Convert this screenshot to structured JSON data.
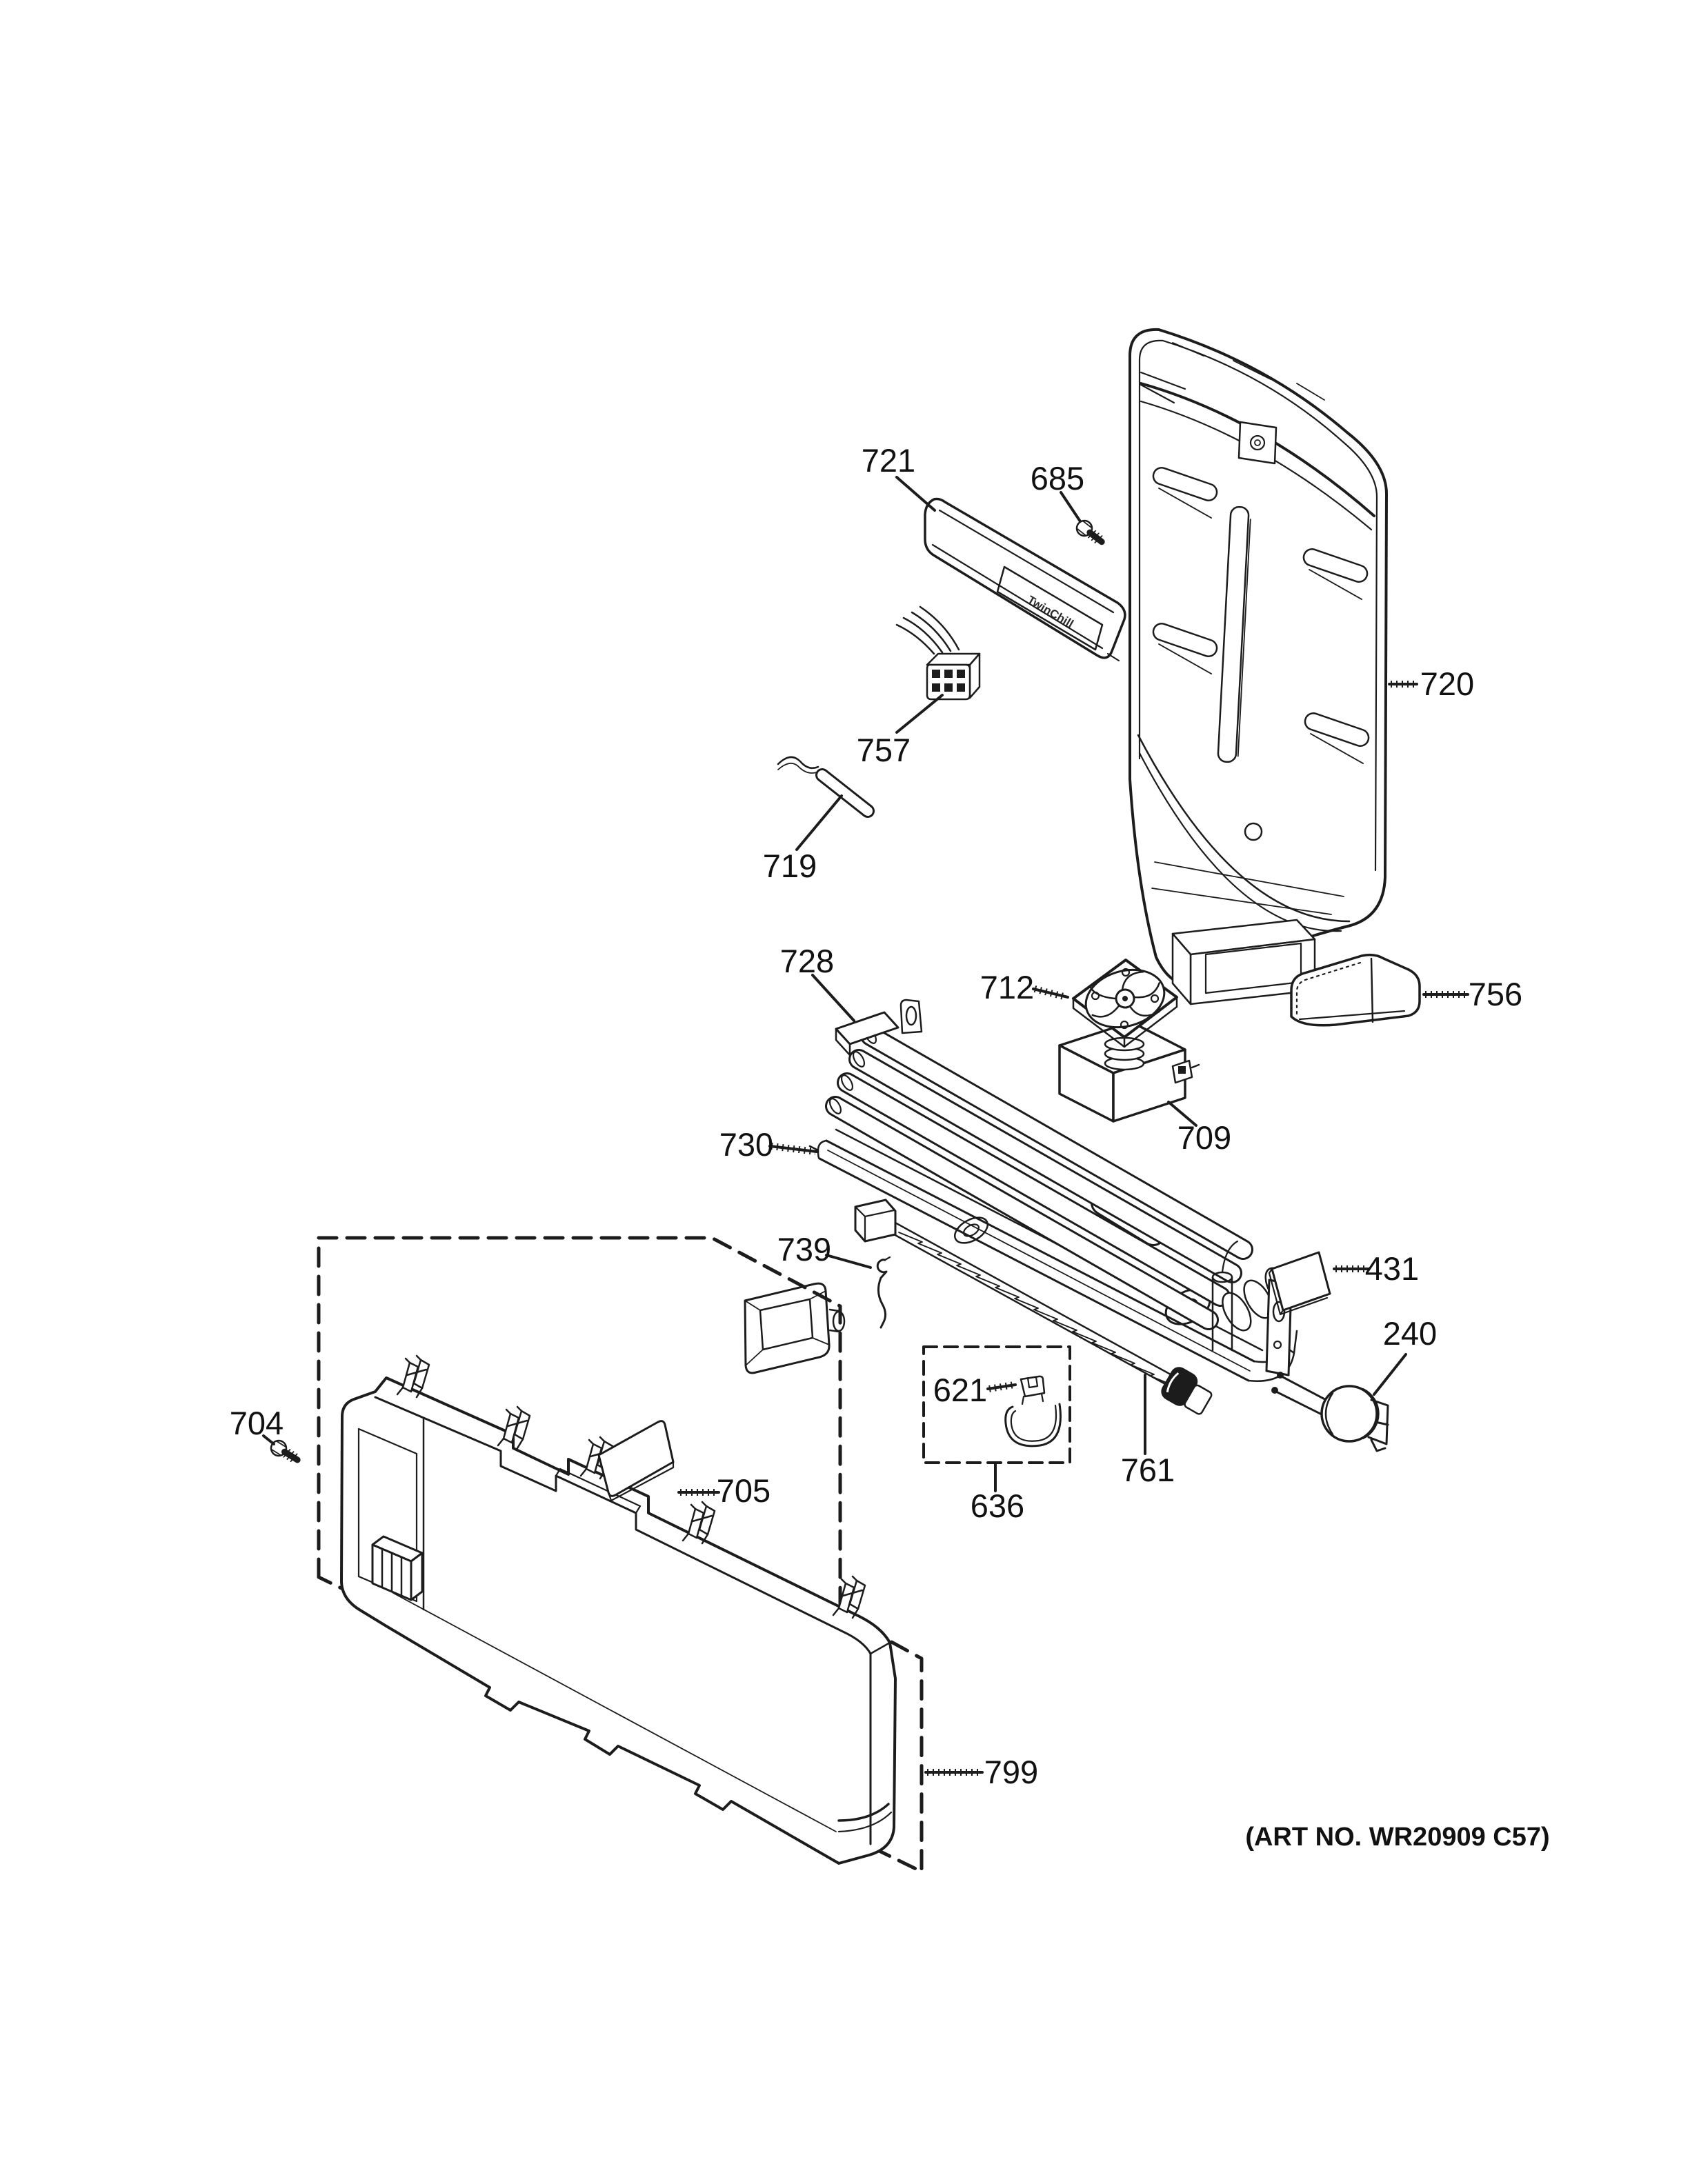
{
  "page": {
    "background": "#ffffff",
    "line_color": "#1c1c1c"
  },
  "diagram": {
    "art_no": "(ART NO. WR20909 C57)",
    "brand_text": "TwinChill",
    "part_labels": {
      "l240": "240",
      "l431": "431",
      "l621": "621",
      "l636": "636",
      "l685": "685",
      "l704": "704",
      "l705": "705",
      "l709": "709",
      "l712": "712",
      "l719": "719",
      "l720": "720",
      "l721": "721",
      "l728": "728",
      "l730": "730",
      "l739": "739",
      "l756": "756",
      "l757": "757",
      "l761": "761",
      "l799": "799"
    }
  }
}
